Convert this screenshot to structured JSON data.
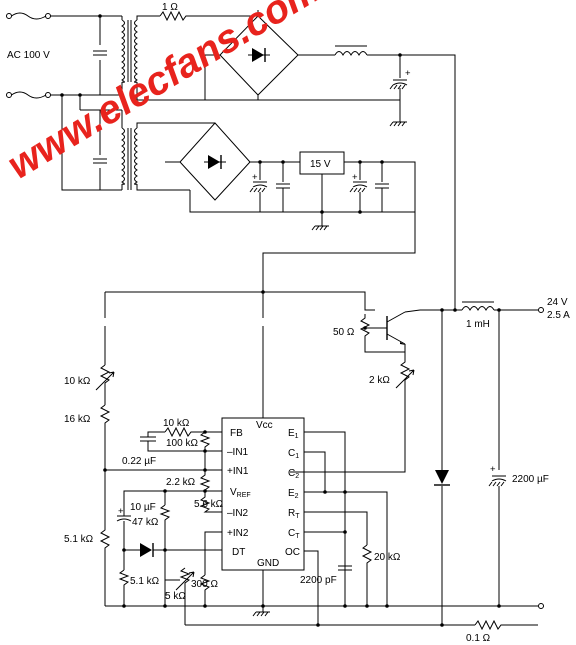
{
  "labels": {
    "ac_input": "AC 100 V",
    "r_1ohm": "1 Ω",
    "reg_15v": "15 V",
    "out_voltage": "24 V",
    "out_current": "2.5 A",
    "r_50": "50 Ω",
    "l_1mh": "1 mH",
    "r_10k_a": "10 kΩ",
    "r_16k": "16 kΩ",
    "r_2k": "2 kΩ",
    "r_10k_b": "10 kΩ",
    "r_100k": "100 kΩ",
    "c_022": "0.22 µF",
    "r_22k": "2.2 kΩ",
    "c_10u": "10 µF",
    "r_47k": "47 kΩ",
    "r_56k": "5.6 kΩ",
    "r_51k_a": "5.1 kΩ",
    "r_51k_b": "5.1 kΩ",
    "r_5k": "5 kΩ",
    "r_300": "300 Ω",
    "c_2200p": "2200 pF",
    "r_20k": "20 kΩ",
    "c_2200u": "2200 µF",
    "r_01": "0.1 Ω"
  },
  "ic": {
    "vcc": "Vcc",
    "gnd": "GND",
    "fb": "FB",
    "in1m": "–IN1",
    "in1p": "+IN1",
    "vref": "V",
    "vref_sub": "REF",
    "in2m": "–IN2",
    "in2p": "+IN2",
    "dt": "DT",
    "e1": "E",
    "e1_sub": "1",
    "c1": "C",
    "c1_sub": "1",
    "c2": "C",
    "c2_sub": "2",
    "e2": "E",
    "e2_sub": "2",
    "rt": "R",
    "rt_sub": "T",
    "ct": "C",
    "ct_sub": "T",
    "oc": "OC"
  },
  "watermark": "www.elecfans.com",
  "colors": {
    "watermark": "#e8231d",
    "ink": "#000000"
  }
}
